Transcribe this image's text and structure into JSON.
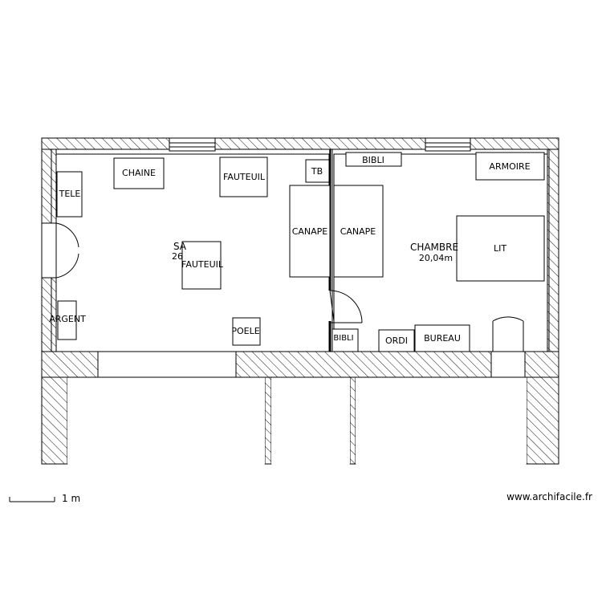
{
  "rooms": {
    "salon": {
      "name": "SA",
      "area": "26"
    },
    "chambre": {
      "name": "CHAMBRE",
      "area": "20,04m"
    }
  },
  "furniture": {
    "chaine": "CHAINE",
    "fauteuil_top": "FAUTEUIL",
    "tb": "TB",
    "tele": "TELE",
    "fauteuil_center": "FAUTEUIL",
    "canape_left": "CANAPE",
    "canape_right": "CANAPE",
    "bibli_top": "BIBLI",
    "armoire": "ARMOIRE",
    "lit": "LIT",
    "argent": "ARGENT",
    "poele": "POELE",
    "bibli_bottom": "BIBLI",
    "ordi": "ORDI",
    "bureau": "BUREAU"
  },
  "scale": {
    "label": "1 m"
  },
  "credit": "www.archifacile.fr"
}
